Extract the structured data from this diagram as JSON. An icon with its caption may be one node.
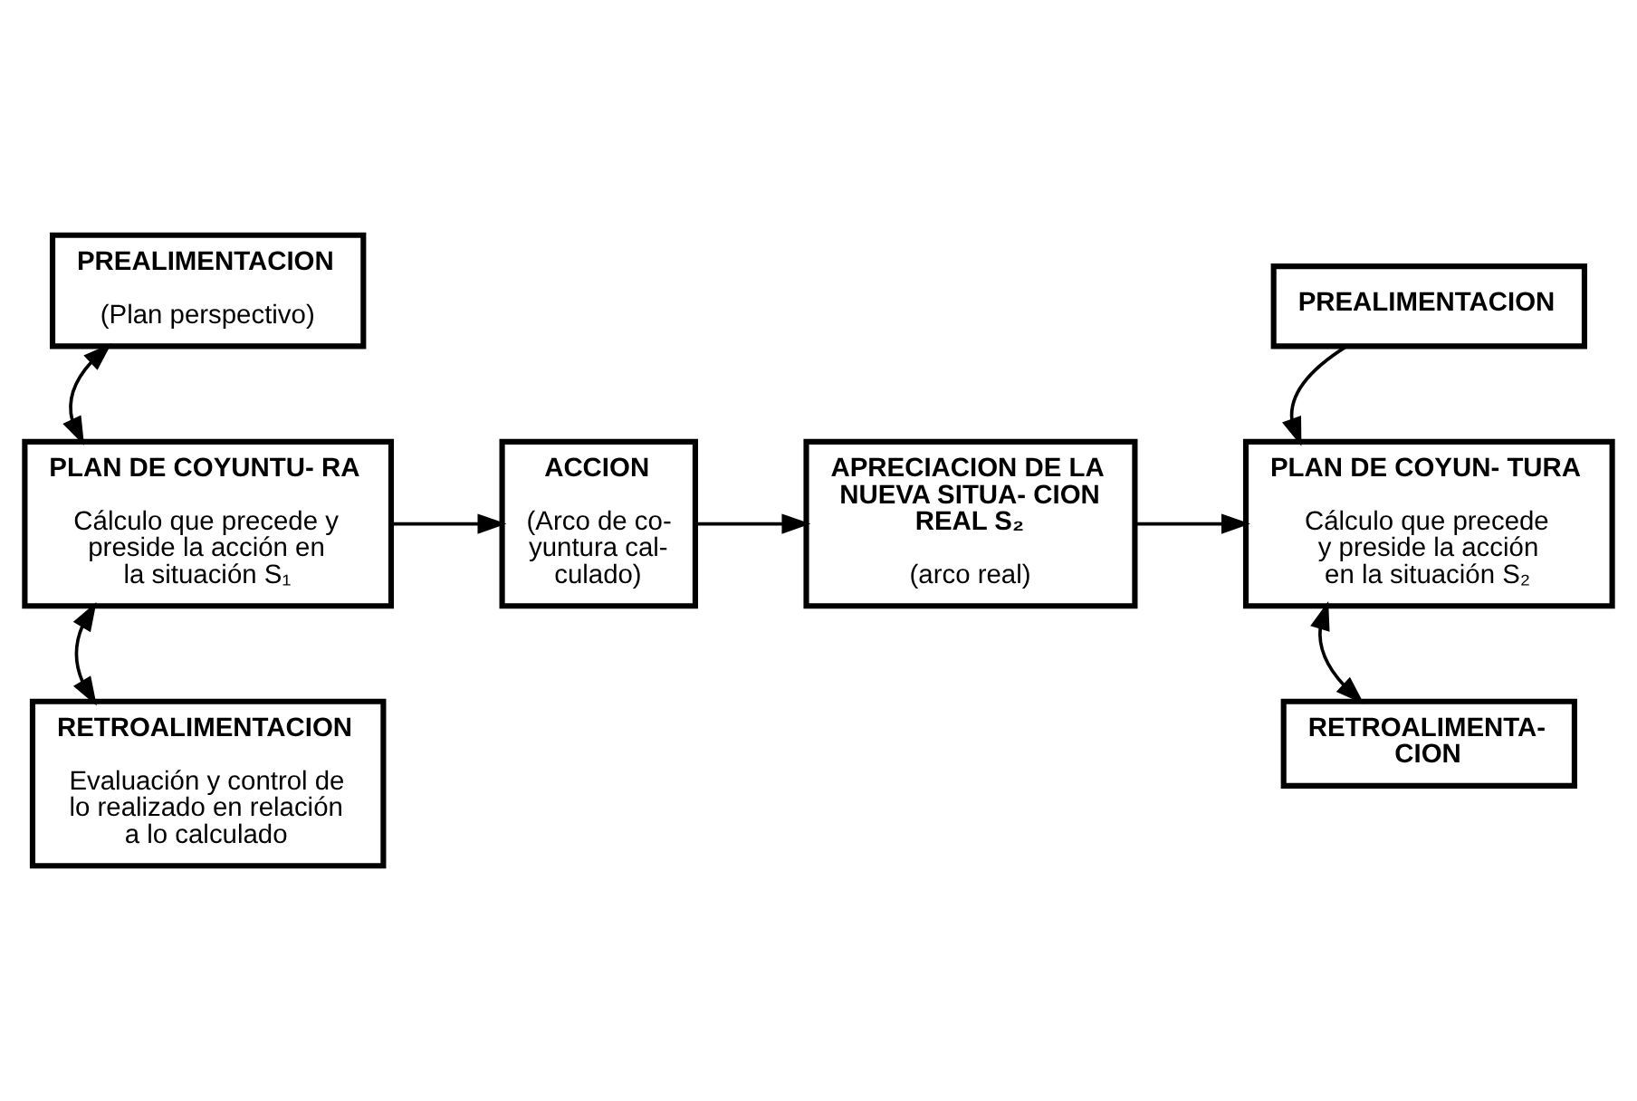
{
  "diagram": {
    "nodes": [
      {
        "text": [
          "PREALIMENTACION",
          "(Plan perspectivo)"
        ]
      },
      {
        "text": [
          "PLAN DE COYUNTU- RA",
          "Cálculo que precede y preside la acción en la situación S₁"
        ]
      },
      {
        "text": [
          "ACCION",
          "(Arco de co- yuntura cal- culado)"
        ]
      },
      {
        "text": [
          "APRECIACION DE LA NUEVA SITUA- CION REAL S₂",
          "(arco real)"
        ]
      },
      {
        "text": [
          "PREALIMENTACION"
        ]
      },
      {
        "text": [
          "PLAN DE COYUN- TURA",
          "Cálculo que precede y preside la acción en la situación S₂"
        ]
      },
      {
        "text": [
          "RETROALIMENTACION",
          "Evaluación y control de lo realizado en relación a lo calculado"
        ]
      },
      {
        "text": [
          "RETROALIMENTA- CION"
        ]
      }
    ],
    "edges": [
      {
        "from": 0,
        "to": 1,
        "arrow": "both"
      },
      {
        "from": 1,
        "to": 2,
        "arrow": "to"
      },
      {
        "from": 2,
        "to": 3,
        "arrow": "to"
      },
      {
        "from": 3,
        "to": 5,
        "arrow": "to"
      },
      {
        "from": 4,
        "to": 5,
        "arrow": "to"
      },
      {
        "from": 1,
        "to": 6,
        "arrow": "both"
      },
      {
        "from": 5,
        "to": 7,
        "arrow": "both"
      }
    ]
  }
}
